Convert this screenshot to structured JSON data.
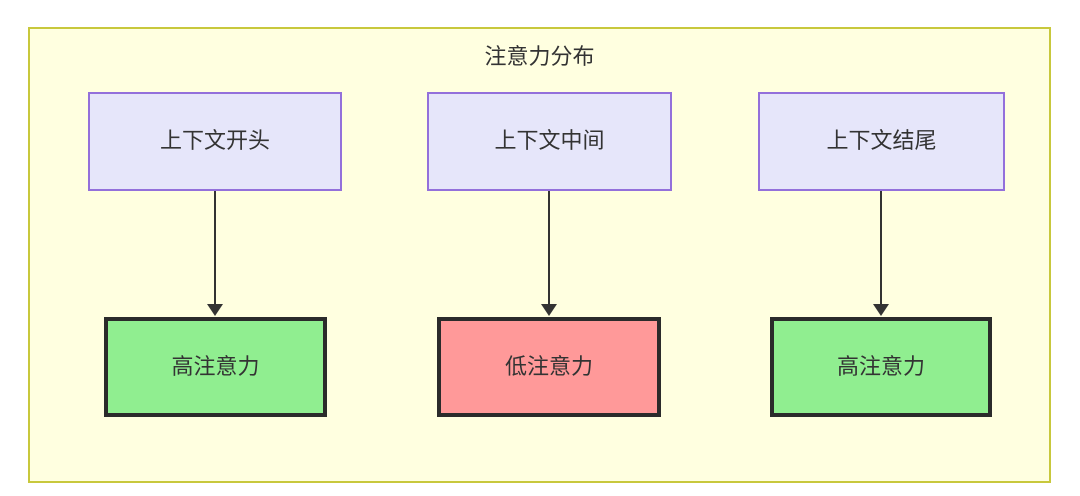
{
  "diagram": {
    "title": "注意力分布",
    "container": {
      "fill": "#ffffe0",
      "stroke": "#c8c83c"
    },
    "nodes": {
      "context_start": {
        "label": "上下文开头",
        "fill": "#e6e6fa",
        "stroke": "#9370db"
      },
      "context_middle": {
        "label": "上下文中间",
        "fill": "#e6e6fa",
        "stroke": "#9370db"
      },
      "context_end": {
        "label": "上下文结尾",
        "fill": "#e6e6fa",
        "stroke": "#9370db"
      },
      "attention_start": {
        "label": "高注意力",
        "fill": "#90ee90",
        "stroke": "#2b2b2b"
      },
      "attention_middle": {
        "label": "低注意力",
        "fill": "#ff9999",
        "stroke": "#2b2b2b"
      },
      "attention_end": {
        "label": "高注意力",
        "fill": "#90ee90",
        "stroke": "#2b2b2b"
      }
    },
    "edges": [
      {
        "from": "context_start",
        "to": "attention_start"
      },
      {
        "from": "context_middle",
        "to": "attention_middle"
      },
      {
        "from": "context_end",
        "to": "attention_end"
      }
    ]
  }
}
